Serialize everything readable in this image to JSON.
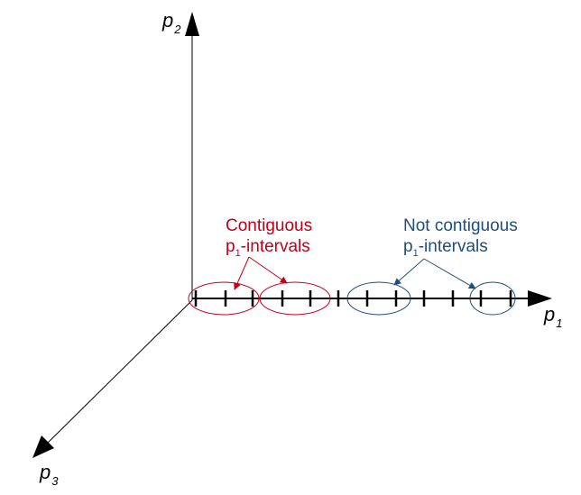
{
  "axes": {
    "p1": {
      "base": "p",
      "sub": "1"
    },
    "p2": {
      "base": "p",
      "sub": "2"
    },
    "p3": {
      "base": "p",
      "sub": "3"
    }
  },
  "annotations": {
    "contiguous": {
      "line1": "Contiguous",
      "line2_base": "p",
      "line2_sub": "1",
      "line2_rest": "-intervals",
      "color": "#c0001a"
    },
    "not_contiguous": {
      "line1": "Not contiguous",
      "line2_base": "p",
      "line2_sub": "1",
      "line2_rest": "-intervals",
      "color": "#1f4e79"
    }
  },
  "colors": {
    "axis": "#000000",
    "contiguous_ellipses": "#c0001a",
    "not_contiguous_ellipses": "#1f4e79"
  }
}
